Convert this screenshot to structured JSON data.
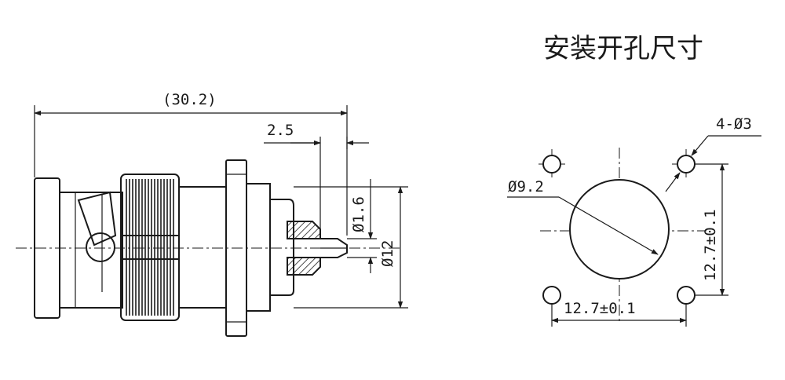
{
  "title": "安装开孔尺寸",
  "connector": {
    "overall_length": "(30.2)",
    "pin_length": "2.5",
    "pin_diameter": "Ø1.6",
    "body_diameter": "Ø12"
  },
  "panel_cutout": {
    "mount_holes": "4-Ø3",
    "center_hole": "Ø9.2",
    "hole_spacing_h": "12.7±0.1",
    "hole_spacing_v": "12.7±0.1"
  }
}
